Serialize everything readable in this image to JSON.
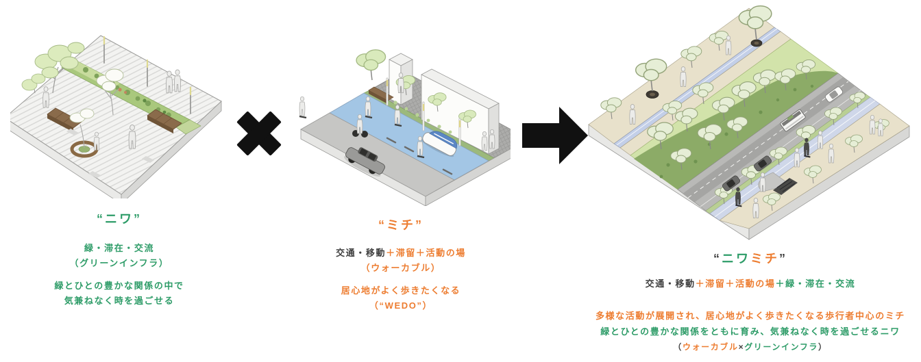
{
  "colors": {
    "green": "#2E9C68",
    "orange": "#ED7D31",
    "dark": "#3F3F3F",
    "black": "#111111"
  },
  "icons": {
    "combine": "multiply-icon",
    "result": "arrow-right-icon"
  },
  "panels": {
    "niwa": {
      "illustration": "garden-plaza-isometric",
      "title": "“ニワ”",
      "keywords": "緑・滞在・交流",
      "keywords_sub": "（グリーンインフラ）",
      "desc_line1": "緑とひとの豊かな関係の中で",
      "desc_line2": "気兼ねなく時を過ごせる"
    },
    "michi": {
      "illustration": "street-mobility-isometric",
      "title": "“ミチ”",
      "keywords_dark": "交通・移動",
      "keywords_orange": "＋滞留＋活動の場",
      "keywords_sub": "（ウォーカブル）",
      "desc_line1": "居心地がよく歩きたくなる",
      "desc_line2": "（“WEDO”）"
    },
    "niwamichi": {
      "illustration": "niwamichi-combined-isometric",
      "title_open": "“",
      "title_green": "ニワ",
      "title_orange": "ミチ",
      "title_close": "”",
      "keywords_dark": "交通・移動",
      "keywords_orange": "＋滞留＋活動の場",
      "keywords_green": "＋緑・滞在・交流",
      "desc_orange": "多様な活動が展開され、居心地がよく歩きたくなる歩行者中心のミチ",
      "desc_green": "緑とひとの豊かな関係をともに育み、気兼ねなく時を過ごせるニワ",
      "sub_open": "（",
      "sub_orange": "ウォーカブル",
      "sub_times": "×",
      "sub_green": "グリーンインフラ",
      "sub_close": "）"
    }
  }
}
